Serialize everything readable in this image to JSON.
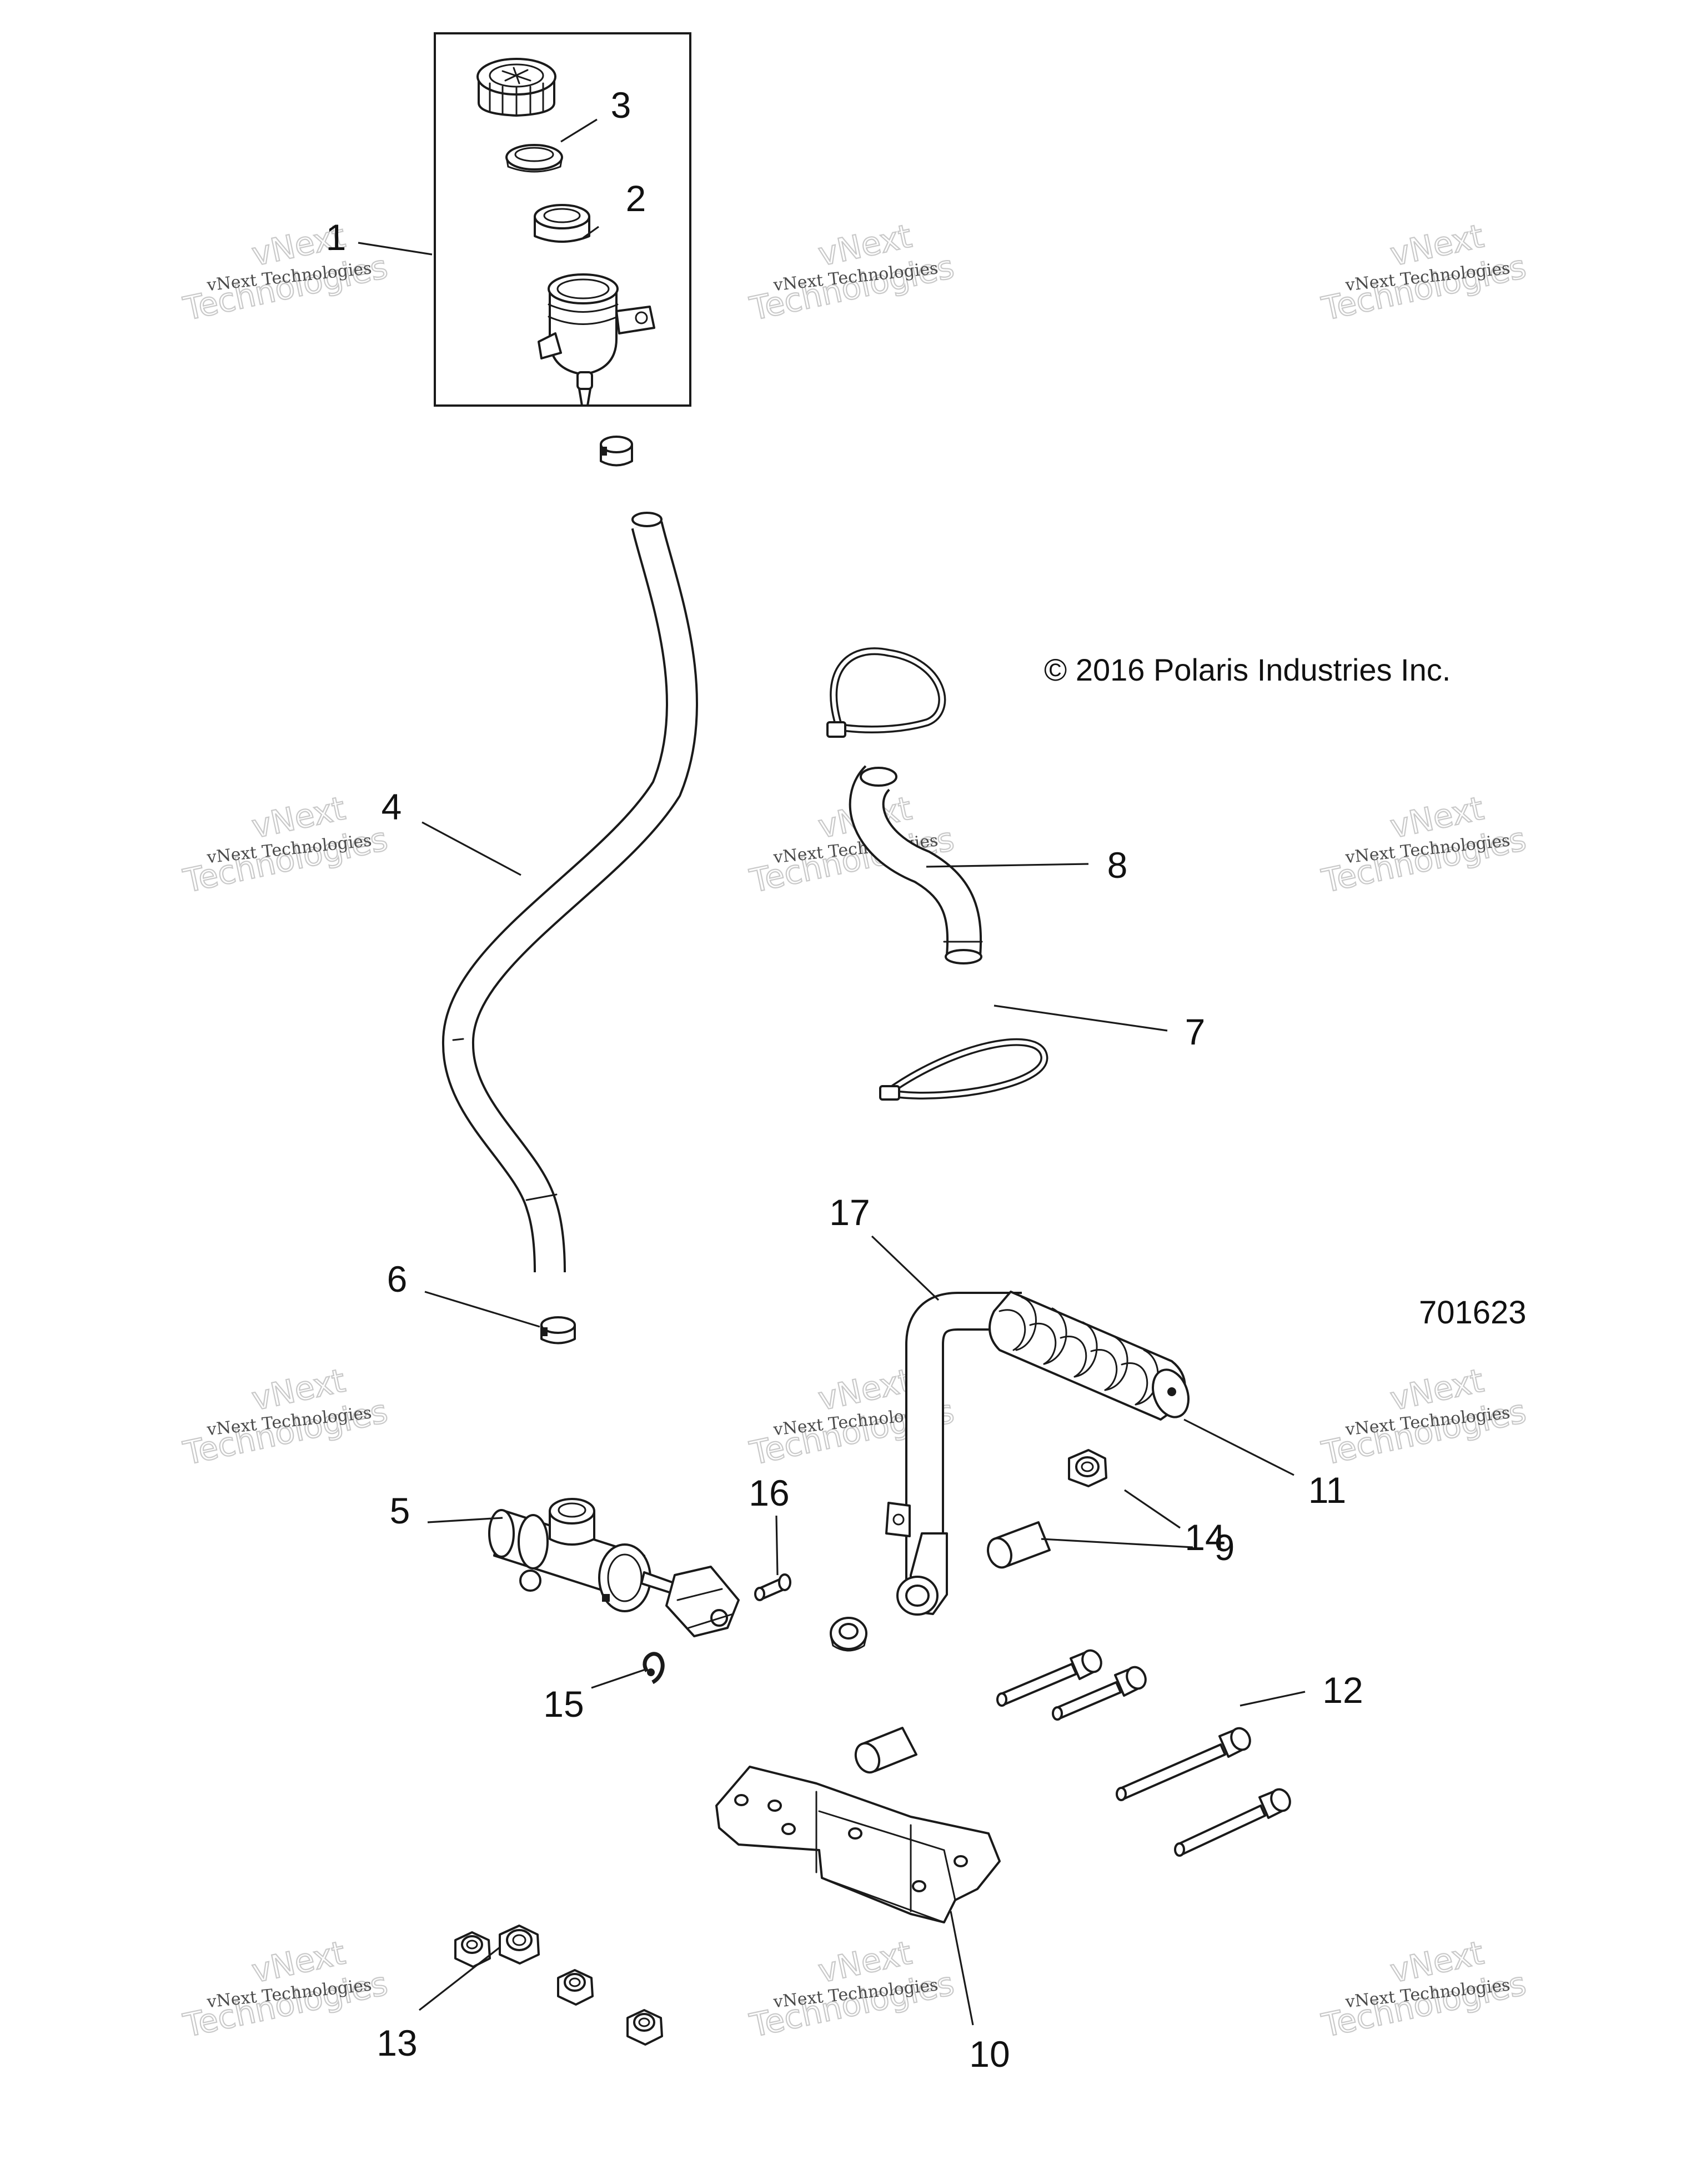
{
  "copyright": "© 2016 Polaris Industries Inc.",
  "diagram_code": "701623",
  "watermark": {
    "line1": "vNext Technologies",
    "line2": "vNext",
    "line3": "Technologies"
  },
  "callouts": {
    "c1": "1",
    "c2": "2",
    "c3": "3",
    "c4": "4",
    "c5": "5",
    "c6": "6",
    "c7": "7",
    "c8": "8",
    "c9": "9",
    "c10": "10",
    "c11": "11",
    "c12": "12",
    "c13": "13",
    "c14": "14",
    "c15": "15",
    "c16": "16",
    "c17": "17"
  }
}
